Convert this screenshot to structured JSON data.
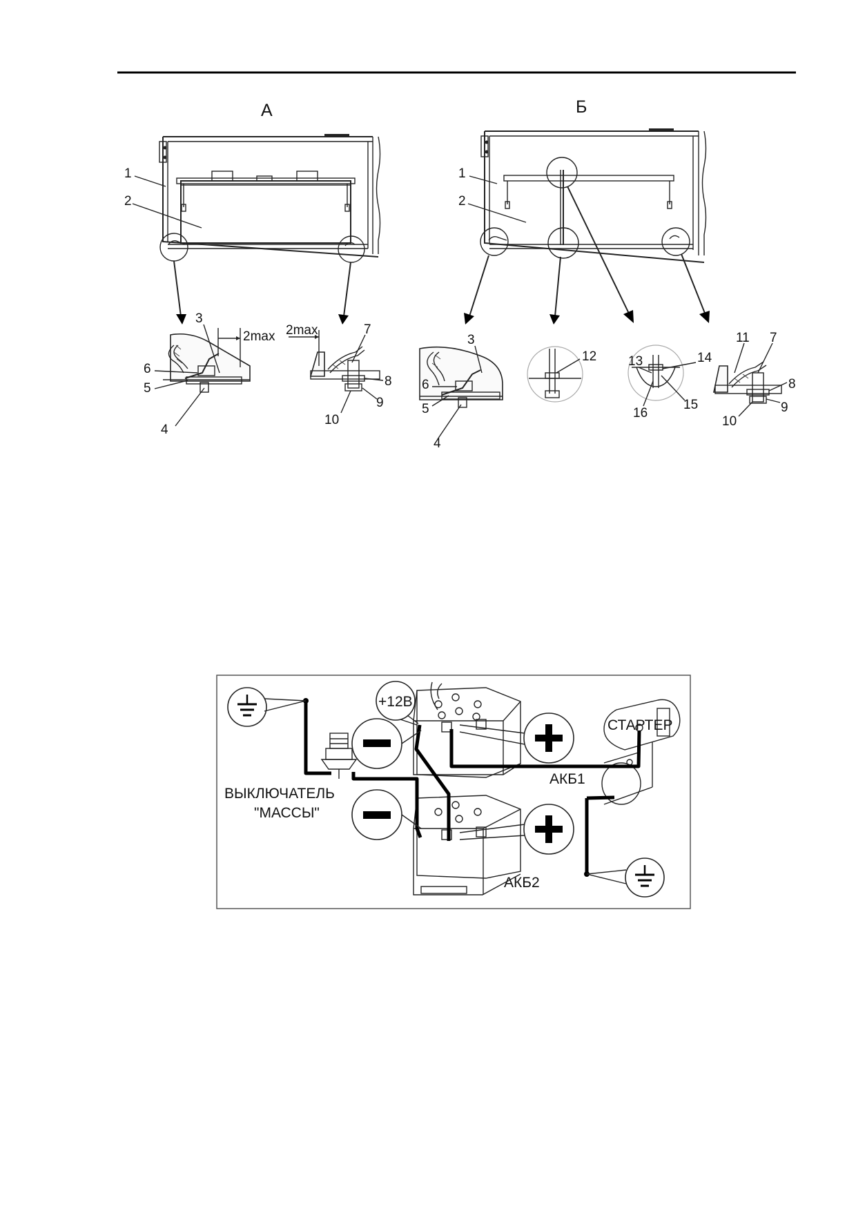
{
  "views": {
    "a": {
      "title": "А",
      "labels": [
        "1",
        "2",
        "3",
        "6",
        "5",
        "4",
        "7",
        "8",
        "9",
        "10"
      ],
      "clearances": [
        "2max",
        "2max"
      ]
    },
    "b": {
      "title": "Б",
      "labels": [
        "1",
        "2",
        "3",
        "6",
        "5",
        "4",
        "12",
        "13",
        "14",
        "15",
        "16",
        "11",
        "7",
        "8",
        "9",
        "10"
      ]
    }
  },
  "schematic": {
    "voltage_label": "+12В",
    "starter_label": "СТАРТЕР",
    "battery1_label": "АКБ1",
    "battery2_label": "АКБ2",
    "switch_label_line1": "ВЫКЛЮЧАТЕЛЬ",
    "switch_label_line2": "\"МАССЫ\"",
    "colors": {
      "wire": "#000000",
      "frame": "#555555",
      "line": "#222222"
    },
    "icons": [
      "ground-icon",
      "ground-icon",
      "minus-icon",
      "plus-icon",
      "minus-icon",
      "plus-icon"
    ]
  }
}
